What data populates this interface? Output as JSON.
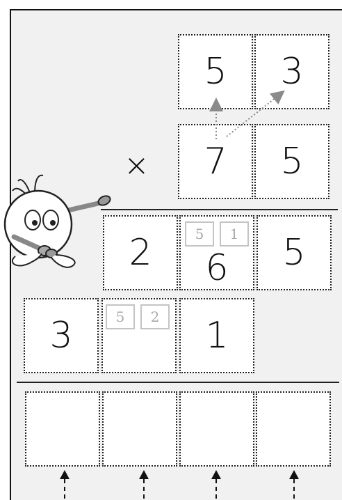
{
  "multiplication": {
    "operator": "×",
    "multiplicand": [
      "5",
      "3"
    ],
    "multiplier": [
      "7",
      "5"
    ]
  },
  "partial_row_1": {
    "digits": [
      "2",
      "6",
      "5"
    ],
    "carries": [
      "5",
      "1"
    ]
  },
  "partial_row_2": {
    "digits": [
      "3",
      "",
      "1"
    ],
    "carries": [
      "5",
      "2"
    ]
  },
  "answer_row": {
    "boxes": [
      "",
      "",
      "",
      ""
    ]
  },
  "icons": {
    "character": "cartoon-teacher-with-pointer",
    "hint_arrows": "dotted-gray-arrows",
    "input_arrows": "dashed-up-arrows"
  },
  "colors": {
    "background": "#f1f1f1",
    "box": "#ffffff",
    "carry_text": "#a8a8a8",
    "ink": "#111111"
  }
}
